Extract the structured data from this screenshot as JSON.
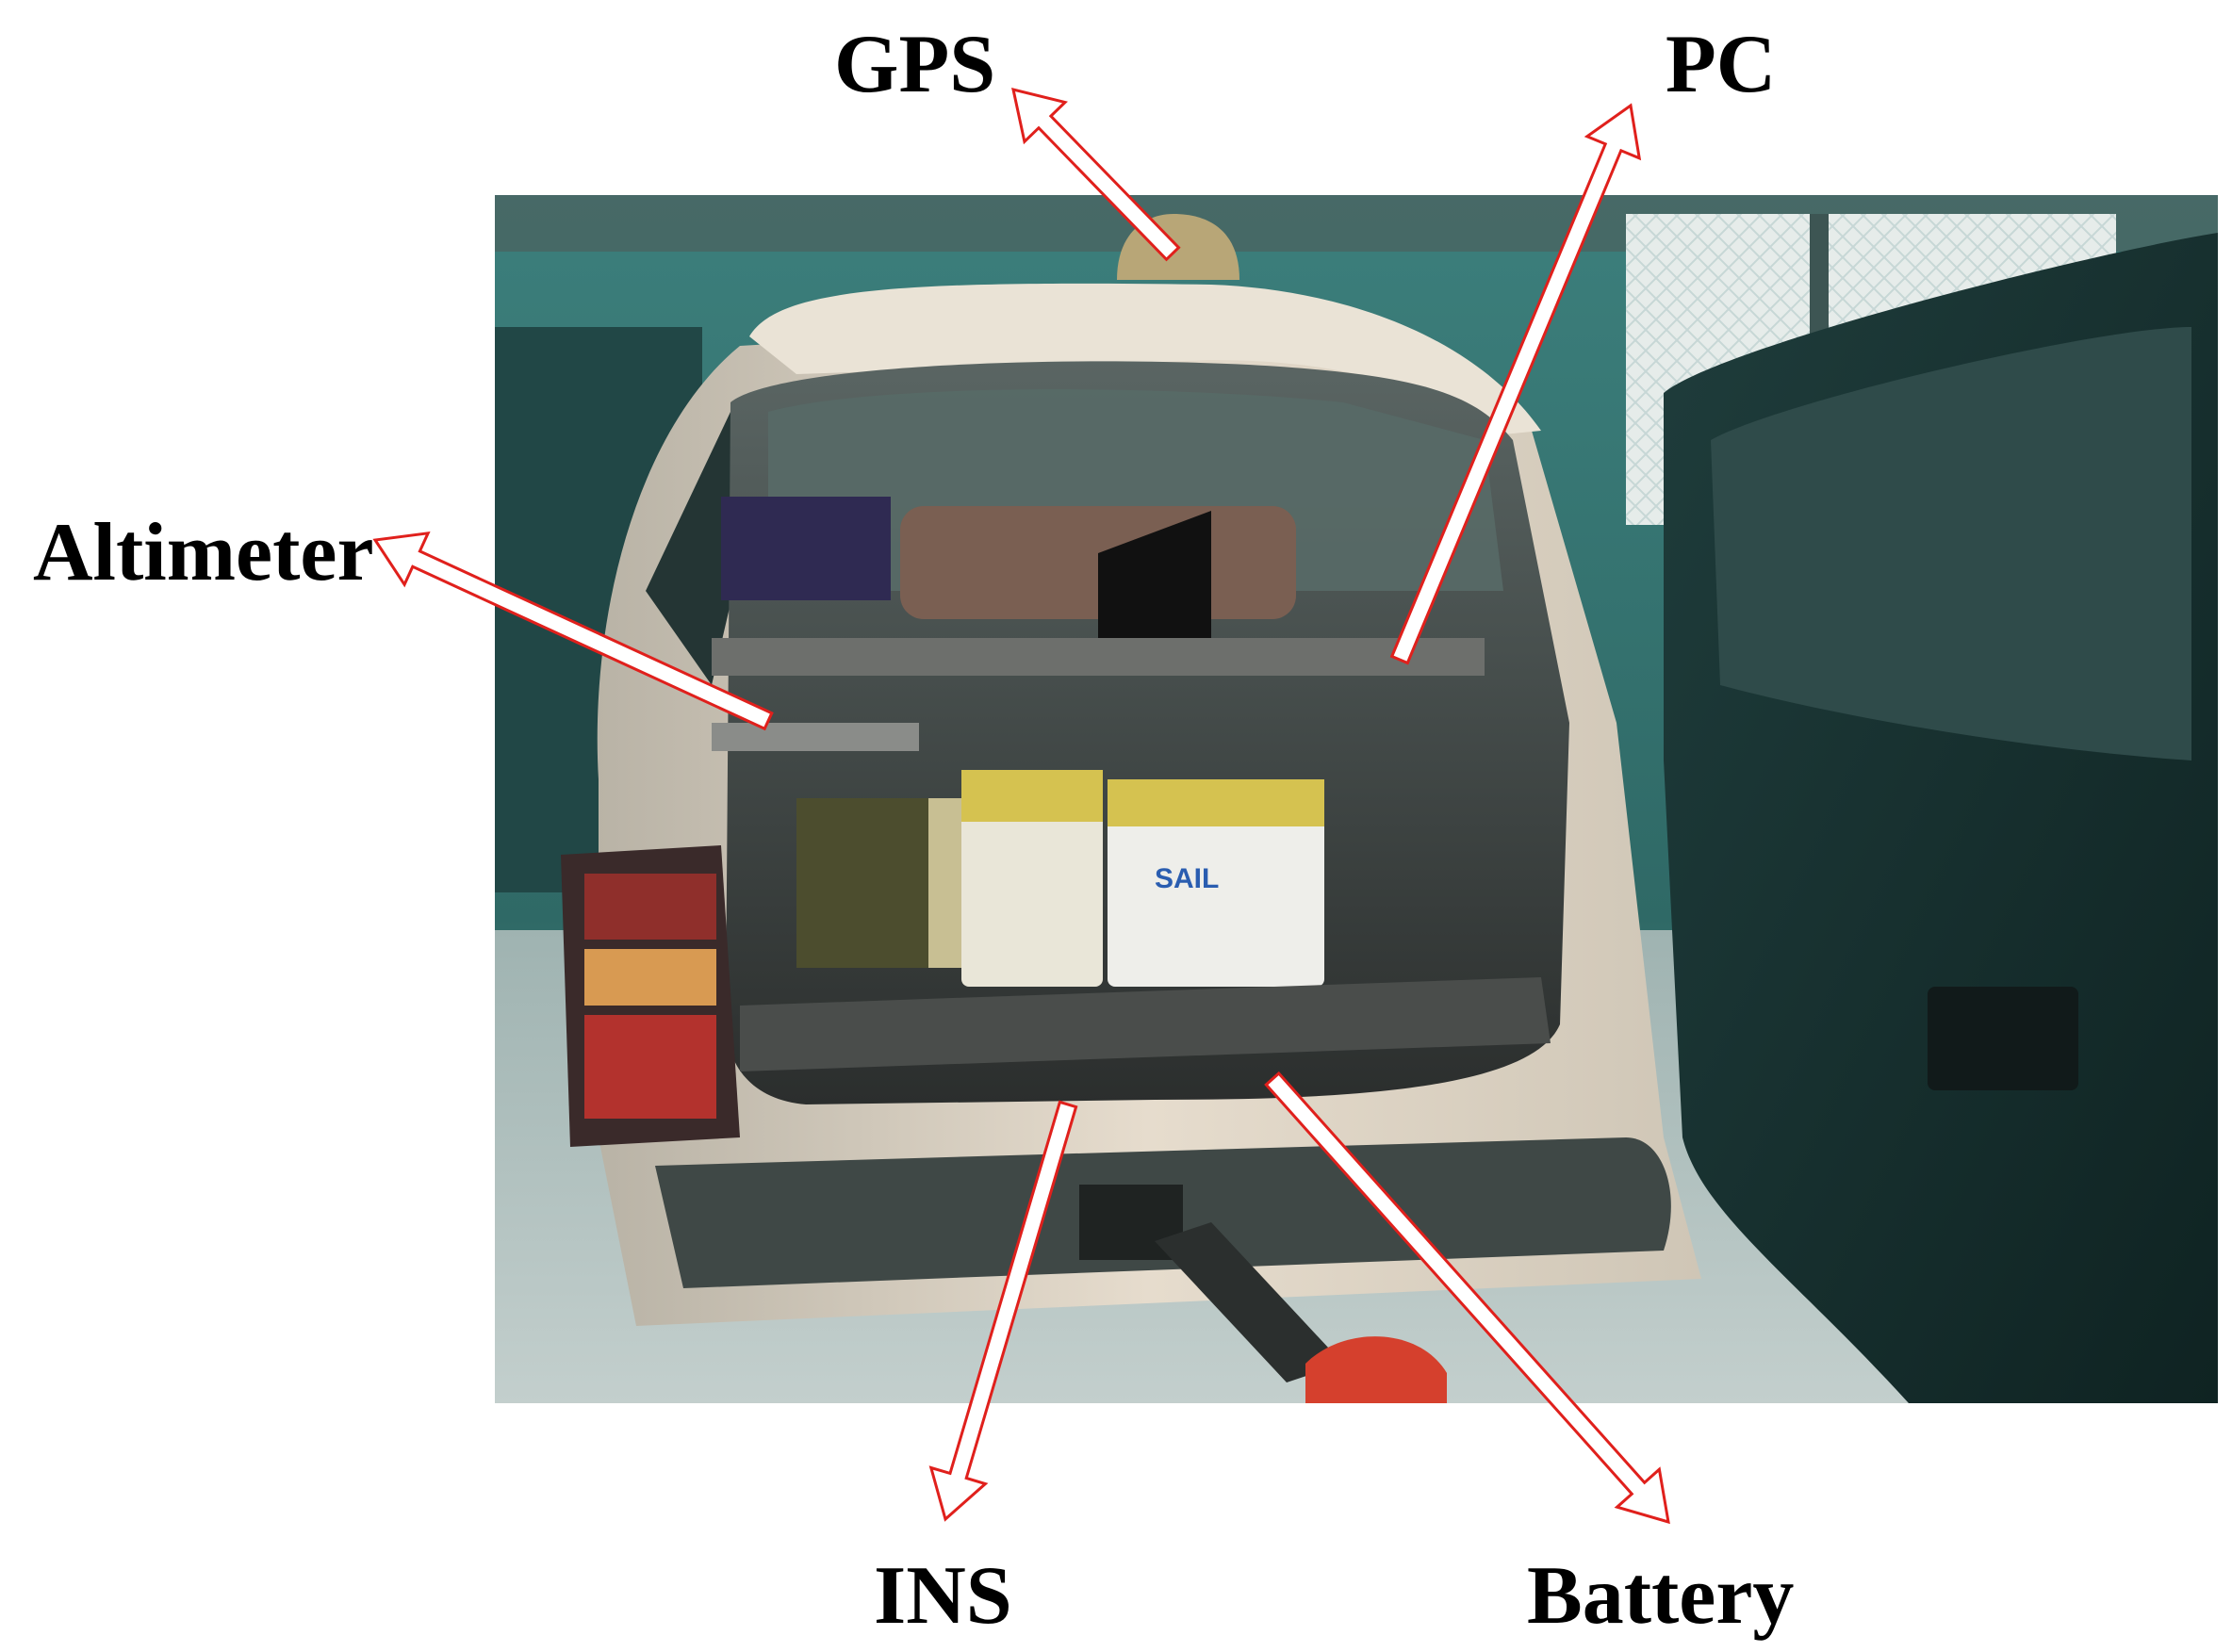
{
  "labels": {
    "gps": "GPS",
    "pc": "PC",
    "altimeter": "Altimeter",
    "ins": "INS",
    "battery": "Battery"
  },
  "photo": {
    "battery_brand": "SAIL"
  },
  "colors": {
    "arrow_outline": "#e0201c",
    "arrow_fill": "#ffffff",
    "label_text": "#000000"
  }
}
